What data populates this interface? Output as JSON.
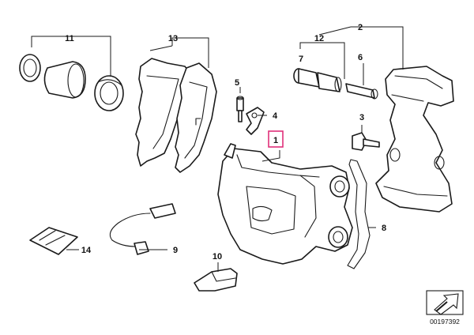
{
  "diagram": {
    "diagram_id": "00197392",
    "highlight_color": "#e0307a",
    "callouts": [
      {
        "id": "c1",
        "label": "1",
        "highlighted": true
      },
      {
        "id": "c2",
        "label": "2"
      },
      {
        "id": "c3",
        "label": "3"
      },
      {
        "id": "c4",
        "label": "4"
      },
      {
        "id": "c5",
        "label": "5"
      },
      {
        "id": "c6",
        "label": "6"
      },
      {
        "id": "c7",
        "label": "7"
      },
      {
        "id": "c8",
        "label": "8"
      },
      {
        "id": "c9",
        "label": "9"
      },
      {
        "id": "c10",
        "label": "10"
      },
      {
        "id": "c11",
        "label": "11"
      },
      {
        "id": "c12",
        "label": "12"
      },
      {
        "id": "c13",
        "label": "13"
      },
      {
        "id": "c14",
        "label": "14"
      }
    ]
  }
}
